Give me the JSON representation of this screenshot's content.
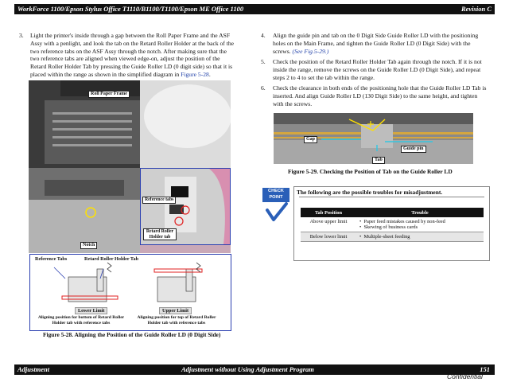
{
  "header": {
    "title": "WorkForce 1100/Epson Stylus Office T1110/B1100/T1100/Epson ME Office 1100",
    "revision": "Revision C"
  },
  "left": {
    "step3_num": "3.",
    "step3_text": "Light the printer's inside through a gap between the Roll Paper Frame and the ASF Assy with a penlight, and look the tab on the Retard Roller Holder at the back of the two reference tabs on the ASF Assy through the notch. After making sure that the two reference tabs are aligned when viewed edge-on, adjust the position of the Retard Roller Holder Tab by pressing the Guide Roller LD (0 digit side) so that it is placed within the range as shown in the simplified diagram in ",
    "step3_link": "Figure 5-28",
    "step3_end": ".",
    "photo_labels": {
      "roll_paper_frame": "Roll Paper Frame",
      "reference_tabs": "Reference tabs",
      "retard_roller_holder_tab": "Retard Roller Holder tab",
      "notch": "Notch"
    },
    "diagram": {
      "reference_tabs": "Reference Tabs",
      "retard_tab": "Retard Roller Holder Tab",
      "lower_limit": "Lower Limit",
      "upper_limit": "Upper Limit",
      "lower_caption": "Aligning position for bottom of Retard Roller Holder tab with reference tabs",
      "upper_caption": "Aligning position for top of Retard Roller Holder tab with reference tabs"
    },
    "figure_caption": "Figure 5-28.  Aligning the Position of the Guide Roller LD (0 Digit Side)"
  },
  "right": {
    "step4_num": "4.",
    "step4_text": "Align the guide pin and tab on the 0 Digit Side Guide Roller LD with the positioning holes on the Main Frame, and tighten the Guide Roller LD (0 Digit Side) with the screws. ",
    "step4_link": "(See Fig.5-29.)",
    "step5_num": "5.",
    "step5_text": "Check the position of the Retard Roller Holder Tab again through the notch. If it is not inside the range, remove the screws on the Guide Roller LD (0 Digit Side), and repeat steps 2 to 4 to set the tab within the range.",
    "step6_num": "6.",
    "step6_text": "Check the clearance in both ends of the positioning hole that the Guide Roller LD Tab is inserted. And align Guide Roller LD (130 Digit Side) to the same height, and tighten with the screws.",
    "photo_labels": {
      "gap": "Gap",
      "guide_pin": "Guide pin",
      "tab": "Tab"
    },
    "figure_caption": "Figure 5-29.  Checking the Position of Tab on the Guide Roller LD",
    "checkpoint": {
      "icon_line1": "CHECK",
      "icon_line2": "POINT",
      "heading": "The following are the possible troubles for misadjustment.",
      "col_position": "Tab Position",
      "col_trouble": "Trouble",
      "rows": [
        {
          "position": "Above upper limit",
          "troubles": [
            "Paper feed mistakes caused by non-feed",
            "Skewing of business cards"
          ]
        },
        {
          "position": "Below lower limit",
          "troubles": [
            "Multiple-sheet feeding"
          ]
        }
      ]
    }
  },
  "footer": {
    "left": "Adjustment",
    "center": "Adjustment without Using Adjustment Program",
    "page": "151",
    "confidential": "Confidential"
  },
  "colors": {
    "bar": "#111111",
    "link": "#1f3fa8",
    "diagram_border": "#2b3fb0",
    "highlight": "#ffe100",
    "arrow": "#e02020",
    "cyan": "#35c6e0",
    "checkpoint": "#2a5fb8"
  }
}
